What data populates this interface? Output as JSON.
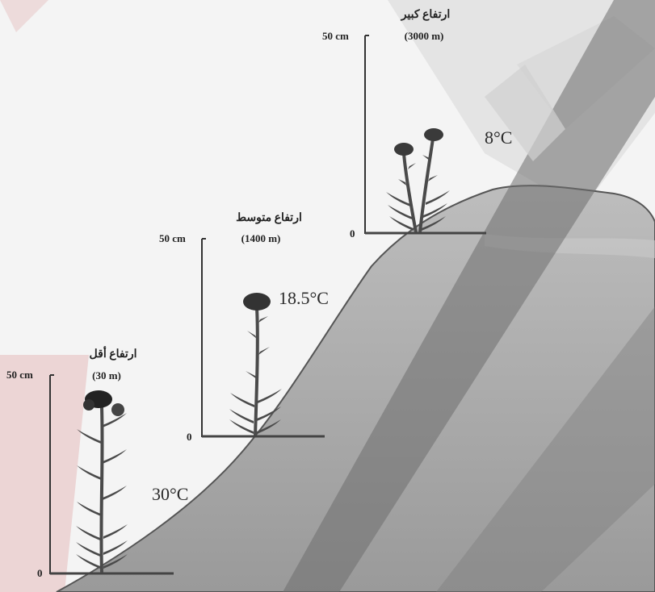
{
  "scale": {
    "top_label": "50 cm",
    "bottom_label": "0"
  },
  "sites": [
    {
      "name": "ارتفاع أقل",
      "altitude": "(30 m)",
      "temperature": "30°C"
    },
    {
      "name": "ارتفاع متوسط",
      "altitude": "(1400 m)",
      "temperature": "18.5°C"
    },
    {
      "name": "ارتفاع كبير",
      "altitude": "(3000 m)",
      "temperature": "8°C"
    }
  ],
  "colors": {
    "mountain": "#a6a6a6",
    "plant": "#4a4a4a",
    "axis": "#333333"
  }
}
